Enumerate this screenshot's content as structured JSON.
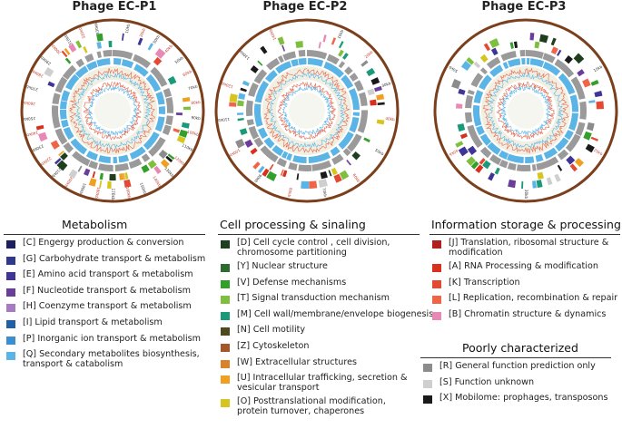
{
  "phages": [
    {
      "title": "Phage EC-P1",
      "ticks": [
        "10kb",
        "20kb",
        "30kb",
        "40kb",
        "50kb",
        "60kb",
        "70kb",
        "80kb",
        "90kb",
        "100kb",
        "110kb",
        "120kb",
        "130kb",
        "140kb",
        "150kb",
        "160kb",
        "170kb",
        "180kb",
        "190kb",
        "200kb",
        "210kb",
        "220kb",
        "230kb",
        "240kb",
        "250kb",
        "260kb",
        "270kb",
        "280kb",
        "290kb",
        "300kb",
        "310kb",
        "320kb",
        "330kb"
      ]
    },
    {
      "title": "Phage EC-P2",
      "ticks": [
        "10kb",
        "20kb",
        "30kb",
        "40kb",
        "50kb",
        "60kb",
        "70kb",
        "80kb",
        "90kb",
        "100kb",
        "110kb",
        "120kb",
        "130kb",
        "140kb"
      ]
    },
    {
      "title": "Phage EC-P3",
      "ticks": [
        "10kb",
        "20kb",
        "30kb",
        "40kb",
        "50kb"
      ]
    }
  ],
  "sections": {
    "metabolism": {
      "title": "Metabolism",
      "items": [
        {
          "label": "[C] Engergy production & conversion",
          "color": "#1c1f5e"
        },
        {
          "label": "[G] Carbohydrate transport & metabolism",
          "color": "#2d3a8c"
        },
        {
          "label": "[E] Amino acid transport & metabolism",
          "color": "#3f3597"
        },
        {
          "label": "[F] Nucleotide transport & metabolism",
          "color": "#6a3d9a"
        },
        {
          "label": "[H] Coenzyme transport & metabolism",
          "color": "#a77bc2"
        },
        {
          "label": "[I] Lipid transport & metabolism",
          "color": "#1f5fa6"
        },
        {
          "label": "[P] Inorganic ion transport & metabolism",
          "color": "#3b8ed0"
        },
        {
          "label": "[Q] Secondary metabolites biosynthesis, transport & catabolism",
          "color": "#5ab4e5"
        }
      ]
    },
    "cell": {
      "title": "Cell processing & sinaling",
      "items": [
        {
          "label": "[D] Cell cycle control , cell division, chromosome partitioning",
          "color": "#1f3d1f"
        },
        {
          "label": "[Y] Nuclear structure",
          "color": "#2e6b2e"
        },
        {
          "label": "[V] Defense mechanisms",
          "color": "#33a02c"
        },
        {
          "label": "[T] Signal transduction mechanism",
          "color": "#7fbf3f"
        },
        {
          "label": "[M] Cell wall/membrane/envelope biogenesis",
          "color": "#1a9a78"
        },
        {
          "label": "[N] Cell motility",
          "color": "#4d4a1e"
        },
        {
          "label": "[Z] Cytoskeleton",
          "color": "#a5572a"
        },
        {
          "label": "[W] Extracellular structures",
          "color": "#d9822b"
        },
        {
          "label": "[U] Intracellular trafficking, secretion & vesicular transport",
          "color": "#f0a020"
        },
        {
          "label": "[O] Posttranslational modification, protein turnover, chaperones",
          "color": "#d6c51e"
        }
      ]
    },
    "info": {
      "title": "Information storage & processing",
      "items": [
        {
          "label": "[J] Translation, ribosomal structure & modification",
          "color": "#b21f1f"
        },
        {
          "label": "[A] RNA Processing & modification",
          "color": "#d7301f"
        },
        {
          "label": "[K] Transcription",
          "color": "#e34a33"
        },
        {
          "label": "[L] Replication, recombination & repair",
          "color": "#ef6548"
        },
        {
          "label": "[B] Chromatin structure & dynamics",
          "color": "#e889b5"
        }
      ]
    },
    "poor": {
      "title": "Poorly characterized",
      "items": [
        {
          "label": "[R] General function prediction only",
          "color": "#8c8c8c"
        },
        {
          "label": "[S] Function unknown",
          "color": "#cfcfcf"
        },
        {
          "label": "[X] Mobilome: prophages, transposons",
          "color": "#1a1a1a"
        }
      ]
    }
  }
}
